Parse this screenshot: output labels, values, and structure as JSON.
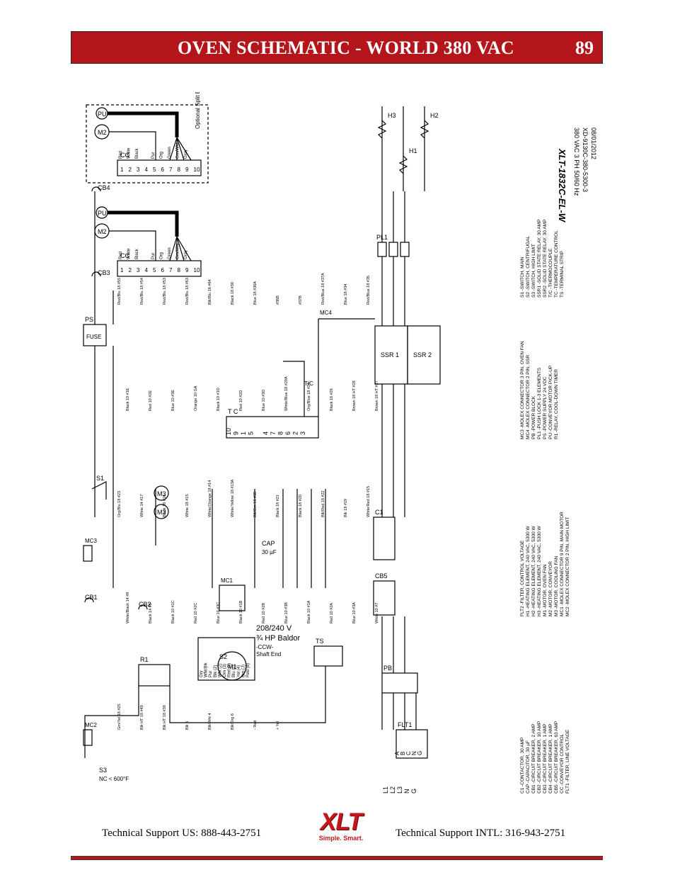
{
  "header": {
    "title": "OVEN SCHEMATIC - WORLD 380 VAC",
    "page_number": "89"
  },
  "schematic": {
    "model": "XLT-1832C-EL-W",
    "spec_lines": [
      "380 VAC 3 PH 50/60 Hz",
      "XD-9130C-380-5300-3",
      "08/01/2012"
    ],
    "conveyor_note": "Optional Split Belt Conveyor",
    "motor_label": "208/240 V",
    "motor_hp": "¾ HP Baldor",
    "motor_rotation": "-CCW-",
    "motor_end": "Shaft End",
    "thermostat_note": "NC < 600°F",
    "capacitor_value": "30 µF",
    "components": {
      "cb4": "CB4",
      "cb3": "CB3",
      "cc": "CC",
      "ps": "PS",
      "fuse": "FUSE",
      "m2": "M2",
      "pu": "PU",
      "h1": "H1",
      "h2": "H2",
      "h3": "H3",
      "pl1": "PL1",
      "ssr1": "SSR 1",
      "ssr2": "SSR 2",
      "mc4": "MC4",
      "tc": "T C",
      "tc_probe": "T/C",
      "s1": "S1",
      "mc3": "MC3",
      "cb1": "CB1",
      "cb2": "CB2",
      "m3": "M3",
      "mc1": "MC1",
      "cap": "CAP",
      "c1": "C1",
      "cb5": "CB5",
      "r1": "R1",
      "ts": "TS",
      "pb": "PB",
      "flt1": "FLT1",
      "mc2": "MC2",
      "s3": "S3",
      "m1": "M1",
      "s2": "S2"
    },
    "cc_terminals": [
      "1",
      "2",
      "3",
      "4",
      "5",
      "6",
      "7",
      "8",
      "9",
      "10"
    ],
    "cc_wires": [
      "Red",
      "White",
      "Black",
      "",
      "Pur",
      "Org",
      "Green",
      "Grn/Wht",
      "Gray",
      ""
    ],
    "tc_terminals": [
      "10",
      "9",
      "1",
      "5",
      "",
      "4",
      "7",
      "8",
      "6",
      "2",
      "3"
    ],
    "line_inputs": [
      "L1",
      "L2",
      "L3",
      "N",
      "G"
    ],
    "flt_terminals": [
      "A",
      "B",
      "C",
      "N",
      "G"
    ],
    "motor_wires": [
      "Gry",
      "Wht/Blk",
      "Pur",
      "Blk (2)",
      "Wht (2)",
      "Orn (3)",
      "Red (5)",
      "Blu (1)",
      "Yel (4)",
      "Brn (J)",
      "Red (8)"
    ],
    "wire_labels": [
      "Red/Blu 18 #55",
      "Red/Blu 18 #54",
      "Red/Blu 18 #53",
      "Red/Blu 18 #63",
      "Blk/Blu 18 #64",
      "Black 18 #30",
      "Blue 18 #36A",
      "#36B",
      "#37B",
      "Red/Blue 18 #37A",
      "Blue 18 #34",
      "Red/Blue 18 #35",
      "Black 10 #1E",
      "Red 10 #2E",
      "Blue 10 #3E",
      "Orange 10 GA",
      "Black 10 #1D",
      "Red 10 #2D",
      "Blue 10 #3D",
      "White/Blue 18 #29A",
      "Org/Blue 18 #24",
      "Black 16 #26",
      "Brown 18 HT #28",
      "Brown 18 HT #27",
      "Org/Blu 18 #23",
      "White 14 #17",
      "Black 18 #16",
      "White 18 #15",
      "White/Orange 18 #14",
      "White/Yellow 18 #13A",
      "Blk/Brn 16 #38",
      "Black 18 #21",
      "Black 18 #20",
      "Blk/Red 18 #22",
      "Blk 18 #19",
      "White/Red 18 #15",
      "White/Black 14 #9",
      "Black 14 #8",
      "Black 10 #1C",
      "Red 10 #2C",
      "Blue 10 #3C",
      "Black 10 #1B",
      "Red 10 #2B",
      "Blue 10 #3B",
      "Black 10 #1A",
      "Red 10 #2A",
      "Blue 10 #3A",
      "White 10 #7",
      "Grn/Yel 18 #25",
      "Blk HT 18 #40",
      "Blk HT 18 #39",
      "Blk 5",
      "Blk/Wht 4",
      "Blk/Org 6",
      "- Red",
      "+ Yel"
    ],
    "legend_col1": [
      "C1   -CONTACTOR, 30 AMP",
      "CAP -CAPACITOR, 30 µF",
      "CB1 -CIRCUIT BREAKER, 2 AMP",
      "CB2 -CIRCUIT BREAKER, 10 AMP",
      "CB3 -CIRCUIT BREAKER, 1 AMP",
      "CB4 -CIRCUIT BREAKER, 1 AMP",
      "CB5 -CIRCUIT BREAKER, 63 AMP",
      "CC   -CONVEYOR CONTROL",
      "FLT1 -FILTER, LINE VOLTAGE"
    ],
    "legend_col2": [
      "FLT2 -FILTER, CONTROL VOLTAGE",
      "H1   -HEATING ELEMENT, 240 VAC, 5300 W",
      "H2   -HEATING ELEMENT, 240 VAC, 5300 W",
      "H3   -HEATING ELEMENT, 240 VAC, 5300 W",
      "M1   -MOTOR, OVEN FAN",
      "M2   -MOTOR, CONVEYOR",
      "M3   -MOTOR, COOLING FAN",
      "MC1 -MOLEX CONNECTOR 9 PIN, MAIN MOTOR",
      "MC2 -MOLEX CONNECTOR 2 PIN, HIGH LIMIT"
    ],
    "legend_col3": [
      "MC3 -MOLEX CONNECTOR 3 PIN, OVEN FAN",
      "MC4 -MOLEX CONNECTOR 2 PIN, SSR",
      "PB   -POWER BLOCK",
      "PL1 -PUSH LOCK 1-3 ELEMENTS",
      "PS   -POWER SUPPLY 24 VDC",
      "PU   -CONVEYOR MOTOR PICK-UP",
      "R1   -RELAY, COOL-DOWN TIMER"
    ],
    "legend_col4": [
      "S1    -SWITCH, MAIN",
      "S2    -SWITCH, CENTRIFUGAL",
      "S3    -SWITCH, HIGH LIMIT",
      "SSR1 -SOLID STATE RELAY, 30 AMP",
      "SSR2 -SOLID STATE RELAY, 30 AMP",
      "T/C   -THERMOCOUPLE",
      "TC    -TEMPERATURE CONTROL",
      "TS    -TERMINAL STRIP"
    ]
  },
  "footer": {
    "support_us": "Technical Support  US:  888-443-2751",
    "support_intl": "Technical Support  INTL:  316-943-2751",
    "logo_text": "XLT",
    "logo_tagline": "Simple. Smart."
  },
  "colors": {
    "header_red": "#b3151b",
    "logo_red": "#c4161c"
  }
}
